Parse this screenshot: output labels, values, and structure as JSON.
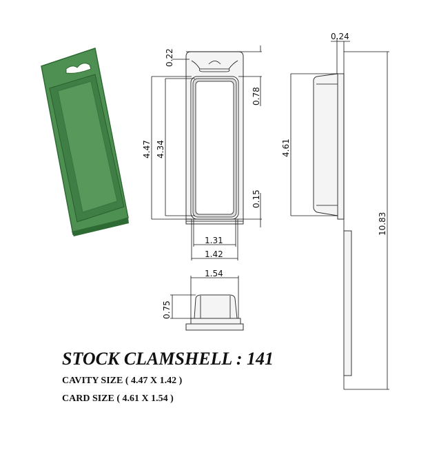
{
  "title": "STOCK CLAMSHELL : 141",
  "cavity_size": "CAVITY SIZE ( 4.47 X 1.42 )",
  "card_size": "CARD SIZE ( 4.61 X 1.54 )",
  "dimensions": {
    "hang_top": "0.22",
    "cavity_length": "4.47",
    "inner_length": "4.34",
    "top_margin": "0.78",
    "bottom_margin": "0.15",
    "inner_width": "1.31",
    "cavity_width": "1.42",
    "card_width": "1.54",
    "depth": "0.75",
    "flange": "0.24",
    "card_length": "4.61",
    "total_length": "10.83"
  },
  "colors": {
    "clamshell_green": "#4e8f52",
    "clamshell_dark": "#2e6a33"
  }
}
